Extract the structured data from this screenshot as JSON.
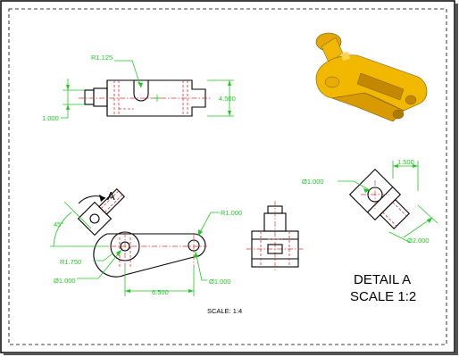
{
  "drawing": {
    "scale_note": "SCALE: 1:4",
    "detail_title": "DETAIL A",
    "detail_scale": "SCALE 1:2",
    "view_label": "A"
  },
  "dimensions": {
    "top_radius": "R1.125",
    "top_height": "4.500",
    "top_pin_dia": "1.000",
    "front_angle": "45°",
    "front_radius_small": "R1.750",
    "front_radius_large": "R1.000",
    "front_hole_left": "Ø1.000",
    "front_hole_right": "Ø1.000",
    "front_length": "6.500",
    "detail_hole": "Ø1.000",
    "detail_width": "1.500",
    "detail_dia": "Ø2.000"
  },
  "colors": {
    "dimension": "#1fc81f",
    "hidden_line": "#e03030",
    "part_fill": "#f2b800",
    "border": "#000000"
  },
  "icons": {
    "iso_view": "3d-part-render"
  }
}
